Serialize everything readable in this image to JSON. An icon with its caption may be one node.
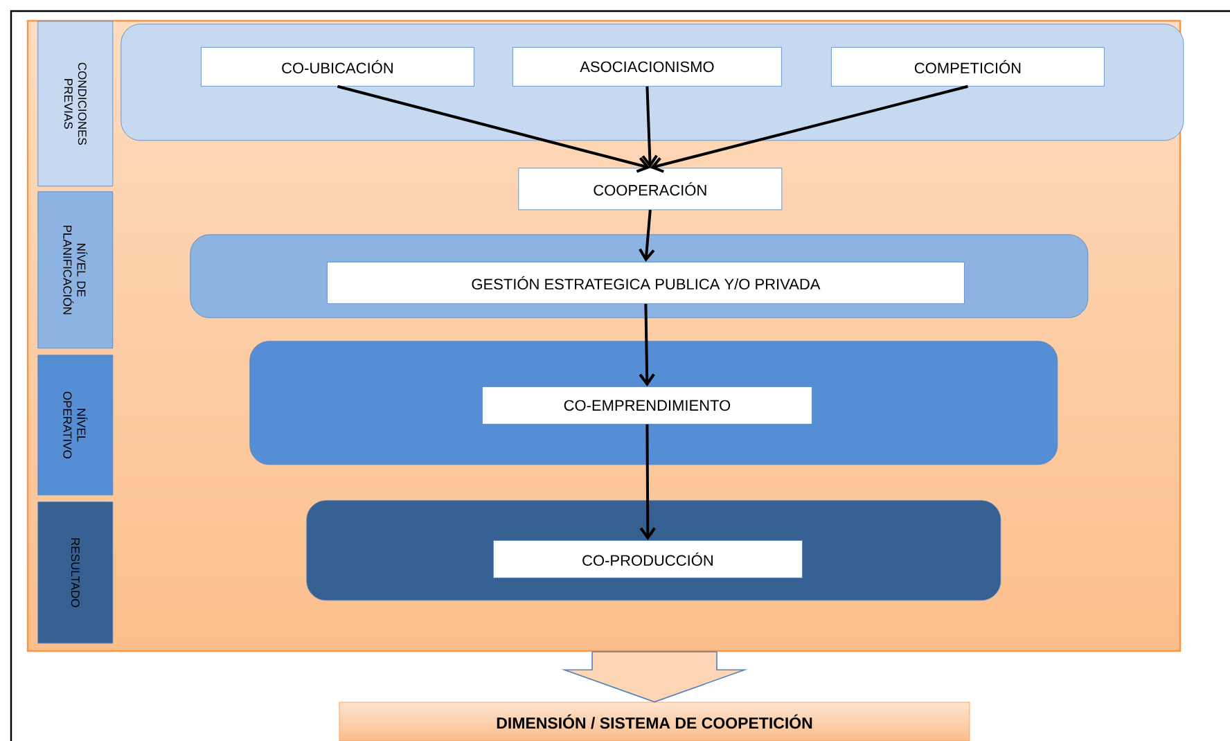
{
  "diagram": {
    "nodes": [
      {
        "text": [],
        "shape": "box"
      },
      {
        "text": [
          "CONDICIONES PREVIAS"
        ],
        "in": 0
      },
      {
        "text": [
          "NÍVEL DE PLANIFICACIÓN"
        ],
        "in": 0
      },
      {
        "text": [
          "NÍVEL OPERATIVO"
        ],
        "in": 0
      },
      {
        "text": [
          "RESULTADO"
        ],
        "in": 0
      },
      {
        "text": [],
        "shape": "box",
        "in": 0
      },
      {
        "text": [
          "CO-UBICACIÓN"
        ],
        "in": 5
      },
      {
        "text": [
          "ASOCIACIONISMO"
        ],
        "in": 5
      },
      {
        "text": [
          "COMPETICIÓN"
        ],
        "in": 5
      },
      {
        "text": [
          "COOPERACIÓN"
        ],
        "in": 0
      },
      {
        "text": [],
        "shape": "box",
        "in": 0
      },
      {
        "text": [
          "GESTIÓN ESTRATEGICA PUBLICA Y/O PRIVADA"
        ],
        "in": 10
      },
      {
        "text": [],
        "shape": "box",
        "in": 0
      },
      {
        "text": [
          "CO-EMPRENDIMIENTO"
        ],
        "in": 12
      },
      {
        "text": [],
        "shape": "box",
        "in": 0
      },
      {
        "text": [
          "CO-PRODUCCIÓN"
        ],
        "in": 14
      },
      {
        "text": [
          "DIMENSIÓN / SISTEMA DE COOPETICIÓN"
        ]
      }
    ],
    "edges": [
      {
        "from": 6,
        "to": 9,
        "arrow": "to"
      },
      {
        "from": 7,
        "to": 9,
        "arrow": "to"
      },
      {
        "from": 8,
        "to": 9,
        "arrow": "to"
      },
      {
        "from": 9,
        "to": 11,
        "arrow": "to"
      },
      {
        "from": 11,
        "to": 13,
        "arrow": "to"
      },
      {
        "from": 13,
        "to": 15,
        "arrow": "to"
      },
      {
        "from": 0,
        "to": 16,
        "arrow": "to",
        "style": "thick"
      }
    ]
  }
}
